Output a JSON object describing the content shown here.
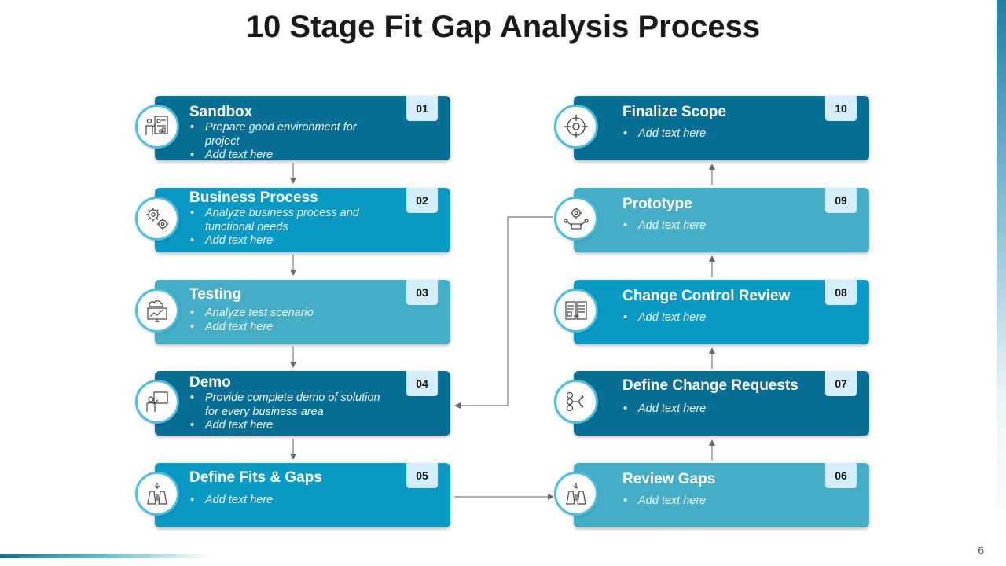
{
  "page": {
    "title": "10 Stage Fit Gap Analysis Process",
    "page_number": "6"
  },
  "stages": [
    {
      "number": "01",
      "title": "Sandbox",
      "bullets": [
        "Prepare good environment for project",
        "Add text here"
      ],
      "icon": "analysis-board-icon",
      "color": "#086e94"
    },
    {
      "number": "02",
      "title": "Business Process",
      "bullets": [
        "Analyze business process and functional needs",
        "Add text here"
      ],
      "icon": "gears-icon",
      "color": "#0a98c5"
    },
    {
      "number": "03",
      "title": "Testing",
      "bullets": [
        "Analyze test scenario",
        "Add text here"
      ],
      "icon": "cloud-monitor-icon",
      "color": "#46adc7"
    },
    {
      "number": "04",
      "title": "Demo",
      "bullets": [
        "Provide complete demo of solution for every business area",
        "Add text here"
      ],
      "icon": "presenter-icon",
      "color": "#086e94"
    },
    {
      "number": "05",
      "title": "Define Fits & Gaps",
      "bullets": [
        "Add text here"
      ],
      "icon": "gap-funnel-icon",
      "color": "#0a98c5"
    },
    {
      "number": "06",
      "title": "Review Gaps",
      "bullets": [
        "Add text here"
      ],
      "icon": "gap-funnel-icon",
      "color": "#46adc7"
    },
    {
      "number": "07",
      "title": "Define Change Requests",
      "bullets": [
        "Add text here"
      ],
      "icon": "gear-branch-icon",
      "color": "#086e94"
    },
    {
      "number": "08",
      "title": "Change Control Review",
      "bullets": [
        "Add text here"
      ],
      "icon": "document-review-icon",
      "color": "#0a98c5"
    },
    {
      "number": "09",
      "title": "Prototype",
      "bullets": [
        "Add text here"
      ],
      "icon": "gear-wrench-icon",
      "color": "#46adc7"
    },
    {
      "number": "10",
      "title": "Finalize Scope",
      "bullets": [
        "Add text here"
      ],
      "icon": "target-icon",
      "color": "#086e94"
    }
  ]
}
